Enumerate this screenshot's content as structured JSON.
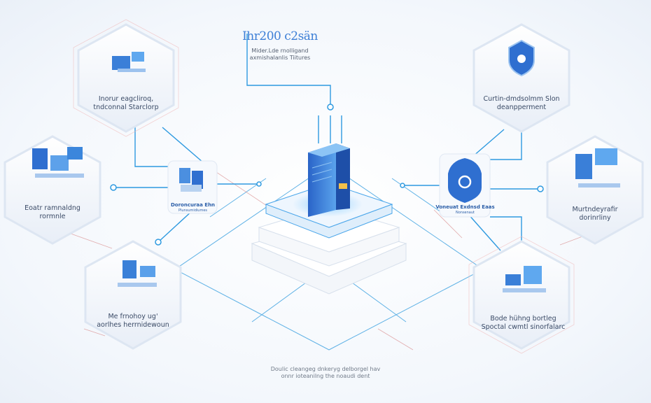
{
  "header": {
    "title": "Ihr200 c2sän",
    "subtitle_line1": "Mider.Lde rnolligand",
    "subtitle_line2": "axmishalanlis Tiitures"
  },
  "nodes": [
    {
      "id": "top-left",
      "line1": "Inorur eagcliroq,",
      "line2": "tndconnal Starclorp"
    },
    {
      "id": "left",
      "line1": "Eoatr ramnaldng",
      "line2": "rormnle"
    },
    {
      "id": "bottom-left",
      "line1": "Me frnohoy ug'",
      "line2": "aorlhes herrnidewoun"
    },
    {
      "id": "top-right",
      "line1": "Curtin-dmdsolmm Slon",
      "line2": "deanpperment"
    },
    {
      "id": "right",
      "line1": "Murtndeyrafir",
      "line2": "dorinrliny"
    },
    {
      "id": "bottom-right",
      "line1": "Bode hühng bortleg",
      "line2": "Spoctal cwmtl sinorfalarc"
    }
  ],
  "hubs": {
    "left": {
      "line1": "Doroncuraa Ehn",
      "line2": "Plunsumidiumes"
    },
    "right": {
      "line1": "Voneuat Exdnsd Eaas",
      "line2": "Nonsenaut"
    }
  },
  "footer": {
    "line1": "Doulic cleangeg dnkeryg delborgel hav",
    "line2": "onnr ioteanilng the noaudi dent"
  },
  "colors": {
    "accent": "#2f7fd8",
    "line": "#3aa0e0",
    "text": "#3a4a66",
    "red_line": "#d98b8b"
  }
}
